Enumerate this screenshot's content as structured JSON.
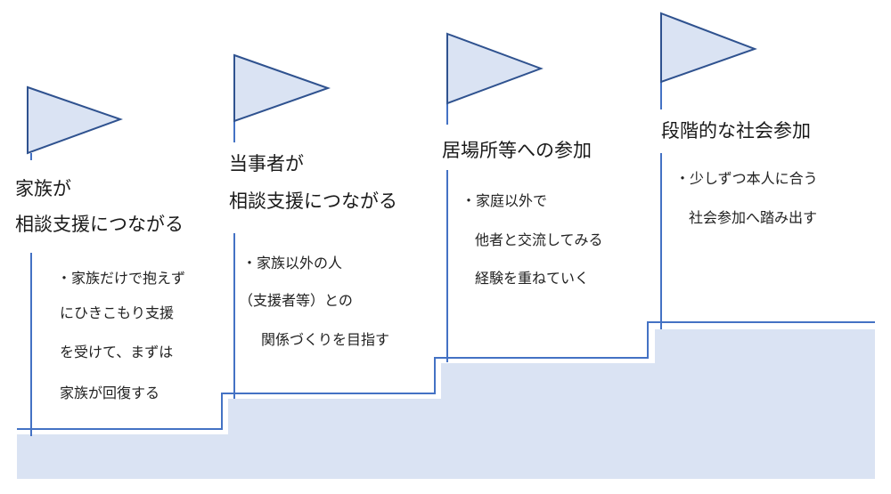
{
  "colors": {
    "line": "#4472c4",
    "fill": "#dae3f3",
    "flag_stroke": "#2f528f"
  },
  "steps": [
    {
      "title": [
        "家族が",
        "相談支援につながる"
      ],
      "bullets": [
        "・家族だけで抱えず",
        "にひきこもり支援",
        "を受けて、まずは",
        "家族が回復する"
      ]
    },
    {
      "title": [
        "当事者が",
        "相談支援につながる"
      ],
      "bullets": [
        "・家族以外の人",
        "（支援者等）との",
        "関係づくりを目指す"
      ]
    },
    {
      "title": [
        "居場所等への参加"
      ],
      "bullets": [
        "・家庭以外で",
        "他者と交流してみる",
        "経験を重ねていく"
      ]
    },
    {
      "title": [
        "段階的な社会参加"
      ],
      "bullets": [
        "・少しずつ本人に合う",
        "社会参加へ踏み出す"
      ]
    }
  ]
}
